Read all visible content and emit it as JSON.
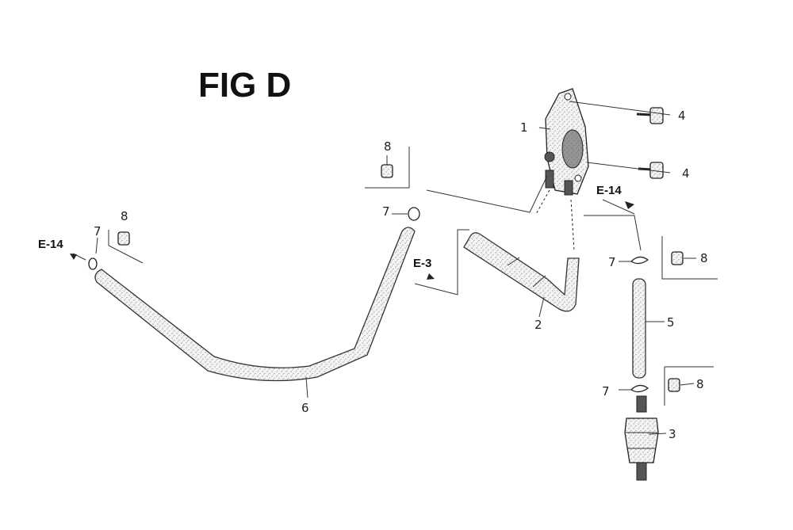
{
  "figure": {
    "title": "FIG D"
  },
  "callouts": {
    "p1": "1",
    "p2": "2",
    "p3": "3",
    "p4a": "4",
    "p4b": "4",
    "p5": "5",
    "p6": "6",
    "p7a": "7",
    "p7b": "7",
    "p7c": "7",
    "p7d": "7",
    "p8a": "8",
    "p8b": "8",
    "p8c": "8",
    "p8d": "8"
  },
  "references": {
    "e14_left": "E-14",
    "e14_right": "E-14",
    "e3": "E-3"
  },
  "colors": {
    "ink": "#222222",
    "background": "#ffffff"
  }
}
